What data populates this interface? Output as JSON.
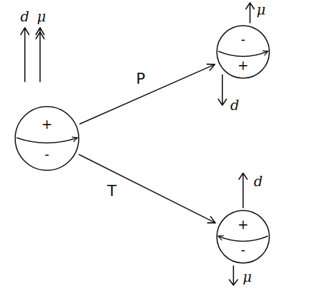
{
  "diagram": {
    "nodes": [
      {
        "text": [
          "+",
          "-"
        ]
      },
      {
        "text": [
          "-",
          "+"
        ]
      },
      {
        "text": [
          "+",
          "-"
        ]
      }
    ],
    "edges": [
      {
        "from": 0,
        "to": 1,
        "arrow": "to",
        "label": "P"
      },
      {
        "from": 0,
        "to": 2,
        "arrow": "to",
        "label": "T"
      }
    ],
    "labels": [
      "d",
      "μ",
      "μ",
      "d",
      "d",
      "μ"
    ]
  }
}
